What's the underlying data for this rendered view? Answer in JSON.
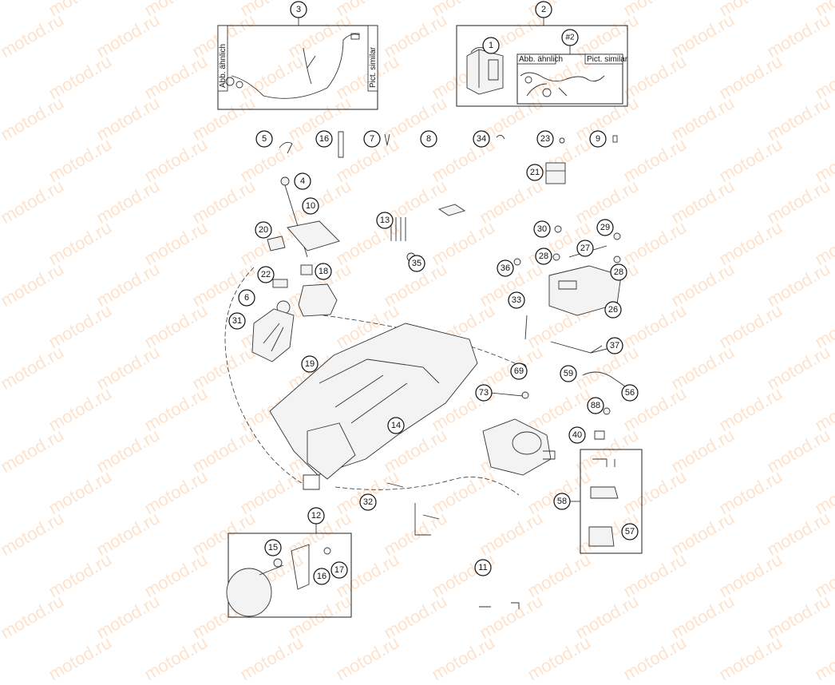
{
  "watermark": "motod.ru",
  "box3": {
    "number": "3",
    "left_label": "Abb. ähnlich",
    "right_label": "Pict. similar"
  },
  "box2": {
    "number": "2",
    "inner_number": "1",
    "tag": "#2",
    "left_label": "Abb. ähnlich",
    "right_label": "Pict. similar"
  },
  "box12": {
    "number": "12"
  },
  "box58": {
    "number": "58"
  },
  "callouts": [
    "5",
    "16",
    "7",
    "8",
    "34",
    "23",
    "9",
    "21",
    "4",
    "10",
    "13",
    "20",
    "35",
    "18",
    "22",
    "6",
    "31",
    "30",
    "29",
    "27",
    "28",
    "28",
    "36",
    "33",
    "26",
    "37",
    "19",
    "14",
    "69",
    "59",
    "73",
    "56",
    "88",
    "40",
    "32",
    "57",
    "15",
    "16",
    "17",
    "11"
  ]
}
